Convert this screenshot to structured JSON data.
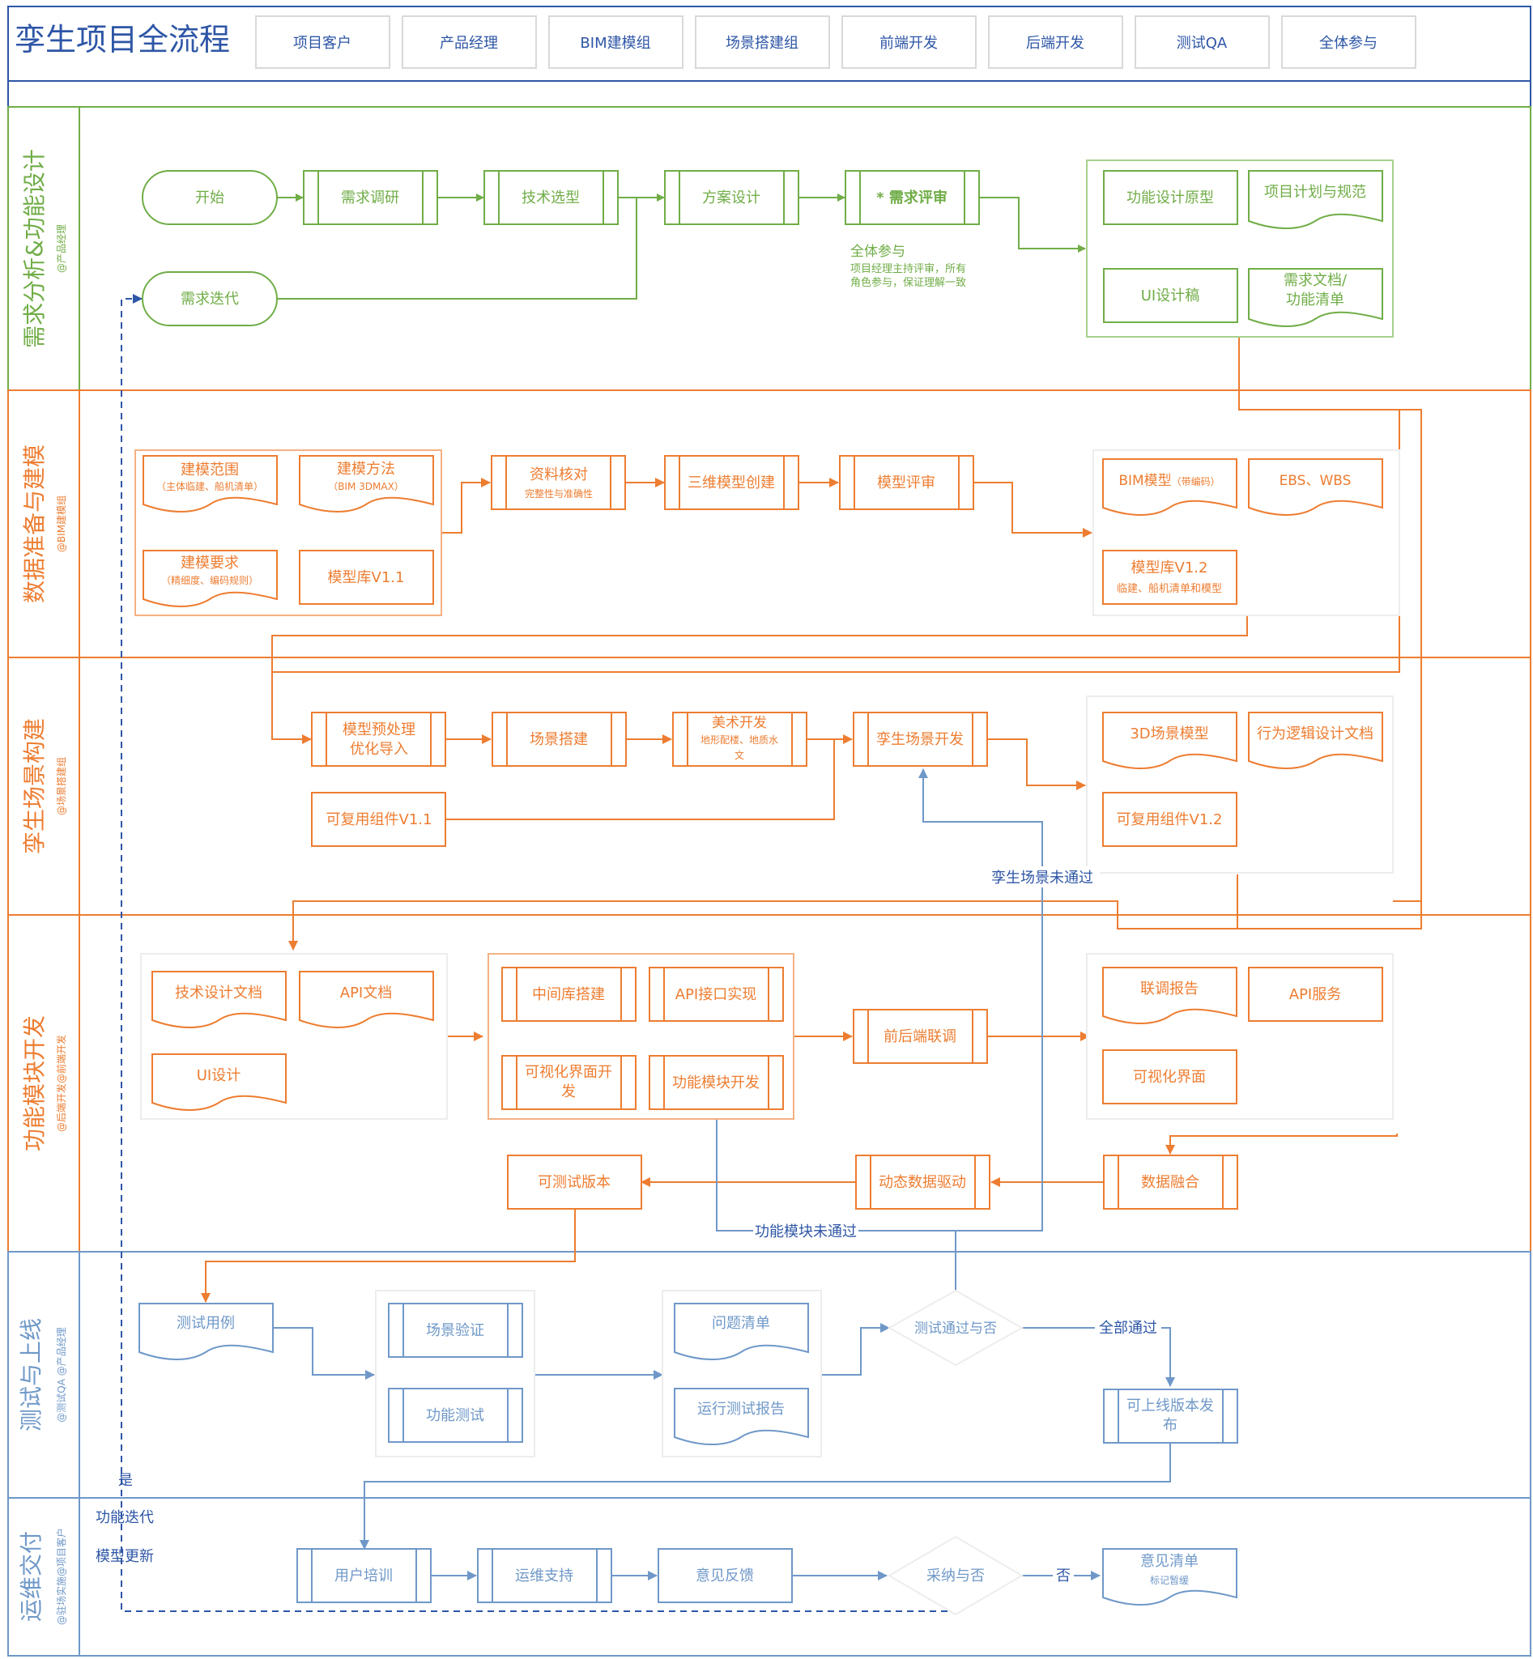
{
  "title": "孪生项目全流程",
  "roles": [
    "项目客户",
    "产品经理",
    "BIM建模组",
    "场景搭建组",
    "前端开发",
    "后端开发",
    "测试QA",
    "全体参与"
  ],
  "colors": {
    "blue": "#2E56A6",
    "green": "#70AD47",
    "orange": "#ED7D31",
    "steel": "#6F98C8",
    "grayline": "#D9D9D9"
  },
  "lanes": [
    {
      "title": "需求分析&功能设计",
      "sub": "@产品经理"
    },
    {
      "title": "数据准备与建模",
      "sub": "@BIM建模组"
    },
    {
      "title": "孪生场景构建",
      "sub": "@场景搭建组"
    },
    {
      "title": "功能模块开发",
      "sub": "@后端开发@前端开发"
    },
    {
      "title": "测试与上线",
      "sub": "@测试QA @产品经理"
    },
    {
      "title": "运维交付",
      "sub": "@驻场实施@项目客户"
    }
  ],
  "nodes": {
    "start": "开始",
    "iterate": "需求迭代",
    "research": "需求调研",
    "tech_select": "技术选型",
    "solution": "方案设计",
    "review": "* 需求评审",
    "review_note_title": "全体参与",
    "review_note_1": "项目经理主持评审，所有",
    "review_note_2": "角色参与，保证理解一致",
    "func_proto": "功能设计原型",
    "plan": "项目计划与规范",
    "ui_draft": "UI设计稿",
    "req_doc_1": "需求文档/",
    "req_doc_2": "功能清单",
    "scope": "建模范围",
    "scope_sub": "（主体临建、船机清单）",
    "method": "建模方法",
    "method_sub": "（BIM 3DMAX）",
    "req": "建模要求",
    "req_sub": "（精细度、编码规则）",
    "lib11": "模型库V1.1",
    "check": "资料核对",
    "check_sub": "完整性与准确性",
    "create3d": "三维模型创建",
    "model_review": "模型评审",
    "bim": "BIM模型",
    "bim_sub": "（带编码）",
    "ebs": "EBS、WBS",
    "lib12": "模型库V1.2",
    "lib12_sub": "临建、船机清单和模型",
    "pre1": "模型预处理",
    "pre2": "优化导入",
    "scene_build": "场景搭建",
    "art": "美术开发",
    "art_sub1": "地形配楼、地质水",
    "art_sub2": "文",
    "twin_dev": "孪生场景开发",
    "comp11": "可复用组件V1.1",
    "scene3d": "3D场景模型",
    "behavior": "行为逻辑设计文档",
    "comp12": "可复用组件V1.2",
    "twin_fail": "孪生场景未通过",
    "tech_doc": "技术设计文档",
    "api_doc": "API文档",
    "ui_design": "UI设计",
    "middleware": "中间库搭建",
    "api_impl": "API接口实现",
    "vis_dev1": "可视化界面开",
    "vis_dev2": "发",
    "func_dev": "功能模块开发",
    "integrate": "前后端联调",
    "joint_report": "联调报告",
    "api_service": "API服务",
    "vis_ui": "可视化界面",
    "testable": "可测试版本",
    "dyn": "动态数据驱动",
    "fusion": "数据融合",
    "func_fail": "功能模块未通过",
    "testcase": "测试用例",
    "scene_verify": "场景验证",
    "func_test": "功能测试",
    "issues": "问题清单",
    "run_report": "运行测试报告",
    "test_pass": "测试通过与否",
    "all_pass": "全部通过",
    "release1": "可上线版本发",
    "release2": "布",
    "yes": "是",
    "iter_func": "功能迭代",
    "iter_model": "模型更新",
    "training": "用户培训",
    "ops": "运维支持",
    "feedback": "意见反馈",
    "adopt": "采纳与否",
    "no": "否",
    "opinion": "意见清单",
    "opinion_sub": "标记暂缓"
  }
}
